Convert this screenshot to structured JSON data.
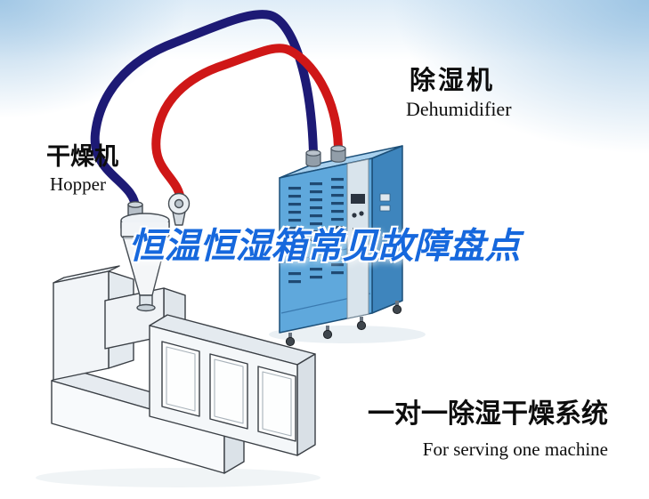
{
  "title": {
    "text": "恒温恒湿箱常见故障盘点",
    "color": "#1668dd"
  },
  "dehumidifier_label": {
    "cn": "除湿机",
    "en": "Dehumidifier"
  },
  "hopper_label": {
    "cn": "干燥机",
    "en": "Hopper"
  },
  "system_label": {
    "cn": "一对一除湿干燥系统",
    "en": "For serving one machine"
  },
  "illustration": {
    "components": {
      "dehumidifier": "dehumidifier-unit",
      "hopper": "hopper-dryer",
      "extruder": "extruder-machine",
      "blue_pipe": "blue-return-pipe",
      "red_pipe": "red-supply-pipe"
    },
    "colors": {
      "pipe_blue": "#1d1a75",
      "pipe_red": "#cf1717",
      "machine_front": "#5fa8dc",
      "machine_side": "#3e85bd",
      "machine_top": "#a9d1ee",
      "background_tint": "#97c1e2"
    }
  }
}
